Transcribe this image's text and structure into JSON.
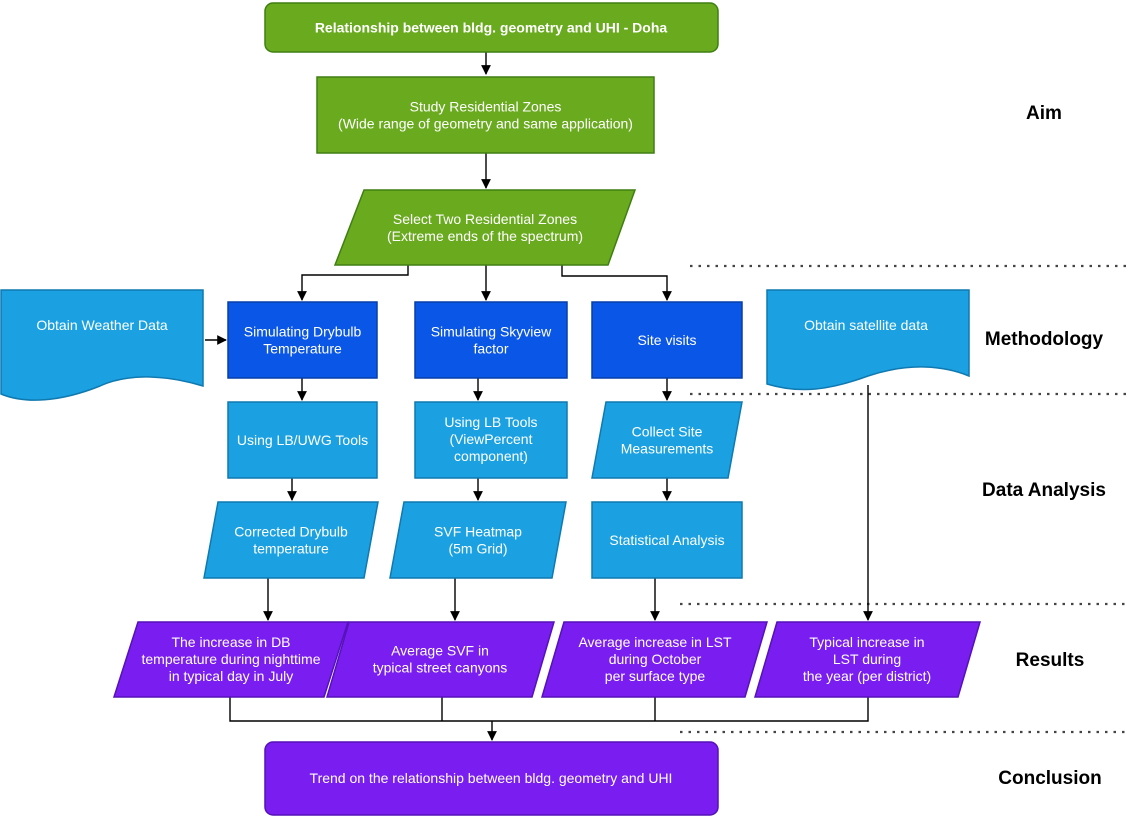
{
  "colors": {
    "green": "#6aaa1f",
    "green_border": "#3f7f12",
    "blue_dark": "#0a56e6",
    "blue_dark_border": "#073ea8",
    "blue_light": "#1ba1e2",
    "blue_light_border": "#0f79b0",
    "purple": "#7a1df0",
    "purple_border": "#5512b8",
    "edge": "#000000"
  },
  "nodes": {
    "title": {
      "lines": [
        "Relationship between bldg. geometry and UHI - Doha"
      ]
    },
    "study_zones": {
      "lines": [
        "Study Residential Zones",
        "(Wide range of geometry and same application)"
      ]
    },
    "select_zones": {
      "lines": [
        "Select Two Residential Zones",
        "(Extreme ends of the spectrum)"
      ]
    },
    "weather_data": {
      "lines": [
        "Obtain Weather Data"
      ]
    },
    "sim_drybulb": {
      "lines": [
        "Simulating Drybulb",
        "Temperature"
      ]
    },
    "sim_skyview": {
      "lines": [
        "Simulating Skyview",
        "factor"
      ]
    },
    "site_visits": {
      "lines": [
        "Site visits"
      ]
    },
    "satellite_data": {
      "lines": [
        "Obtain satellite data"
      ]
    },
    "lb_uwg_tools": {
      "lines": [
        "Using LB/UWG Tools"
      ]
    },
    "lb_tools": {
      "lines": [
        "Using LB Tools",
        "(ViewPercent",
        "component)"
      ]
    },
    "collect_site": {
      "lines": [
        "Collect Site",
        "Measurements"
      ]
    },
    "corrected_drybulb": {
      "lines": [
        "Corrected Drybulb",
        "temperature"
      ]
    },
    "svf_heatmap": {
      "lines": [
        "SVF Heatmap",
        "(5m Grid)"
      ]
    },
    "statistical_analysis": {
      "lines": [
        "Statistical Analysis"
      ]
    },
    "db_increase": {
      "lines": [
        "The increase in DB",
        "temperature during nighttime",
        "in typical day in July"
      ]
    },
    "avg_svf": {
      "lines": [
        "Average SVF in",
        "typical street canyons"
      ]
    },
    "avg_lst": {
      "lines": [
        "Average increase in LST",
        "during October",
        "per surface type"
      ]
    },
    "typical_lst": {
      "lines": [
        "Typical increase in",
        "LST during",
        "the year (per district)"
      ]
    },
    "conclusion": {
      "lines": [
        "Trend on the relationship between bldg. geometry and UHI"
      ]
    }
  },
  "stages": {
    "aim": "Aim",
    "methodology": "Methodology",
    "data_analysis": "Data Analysis",
    "results": "Results",
    "conclusion": "Conclusion"
  }
}
